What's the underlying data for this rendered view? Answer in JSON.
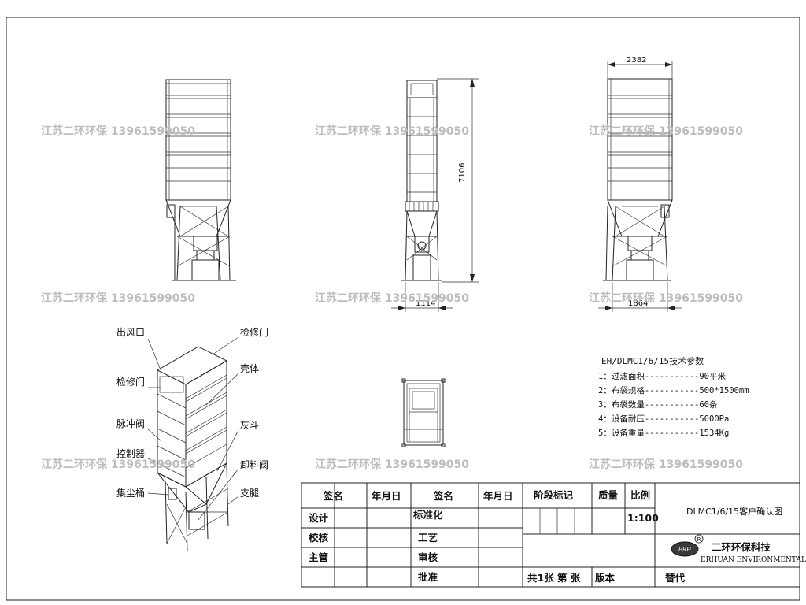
{
  "dimensions": {
    "side_height": "7106",
    "side_width": "1114",
    "right_top_width": "2382",
    "right_bottom_width": "1864"
  },
  "callouts": {
    "outlet": "出风口",
    "access_door_top": "检修门",
    "access_door_left": "检修门",
    "shell": "壳体",
    "pulse_valve": "脉冲阀",
    "hopper": "灰斗",
    "controller": "控制器",
    "unload_valve": "卸料阀",
    "dust_bin": "集尘桶",
    "leg": "支腿"
  },
  "specs": {
    "title": "EH/DLMC1/6/15技术参数",
    "items": [
      "1：过滤面积-----------90平米",
      "2：布袋规格-----------500*1500mm",
      "3：布袋数量-----------60条",
      "4：设备耐压-----------5000Pa",
      "5：设备重量-----------1534Kg"
    ]
  },
  "watermark": "江苏二环环保 13961599050",
  "title_block": {
    "h_sign1": "签名",
    "h_date1": "年月日",
    "h_sign2": "签名",
    "h_date2": "年月日",
    "h_stage": "阶段标记",
    "h_mass": "质量",
    "h_scale": "比例",
    "r_design": "设计",
    "r_check": "校核",
    "r_chief": "主管",
    "r_std": "标准化",
    "r_craft": "工艺",
    "r_review": "审核",
    "r_approve": "批准",
    "scale_value": "1:100",
    "drawing_title": "DLMC1/6/15客户确认图",
    "company_cn": "二环环保科技",
    "company_en": "ERHUAN ENVIRONMENTAL",
    "sheets": "共1张  第 张",
    "version": "版本",
    "replace": "替代",
    "logo_mark": "ERH",
    "registered": "R"
  }
}
